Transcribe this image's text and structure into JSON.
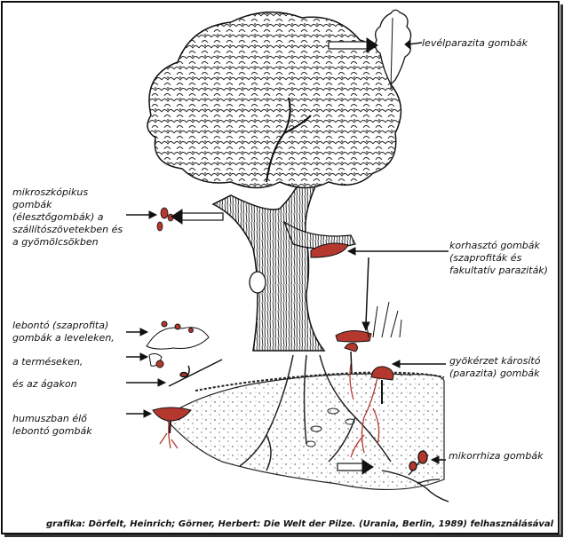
{
  "labels": {
    "leaf_parasite": "levélparazita gombák",
    "microscopic": "mikroszkópikus\ngombák\n(élesztőgombák) a\nszállítószövetekben és\na gyömölcsökben",
    "decay": "korhasztó gombák\n(szaprofiták és\nfakultatív paraziták)",
    "leaf_decomposer": "lebontó (szaprofita)\ngombák a leveleken,",
    "fruit": "a terméseken,",
    "branches": "és az ágakon",
    "root_damaging": "gyökérzet károsító\n(parazita) gombák",
    "humus": "humuszban élő\nlebontó gombák",
    "mycorrhiza": "mikorrhiza gombák"
  },
  "credit": "grafika: Dörfelt, Heinrich; Görner, Herbert: Die Welt der Pilze. (Urania, Berlin, 1989) felhasználásával",
  "colors": {
    "ink": "#111111",
    "fungus": "#b5382f",
    "paper": "#ffffff"
  }
}
